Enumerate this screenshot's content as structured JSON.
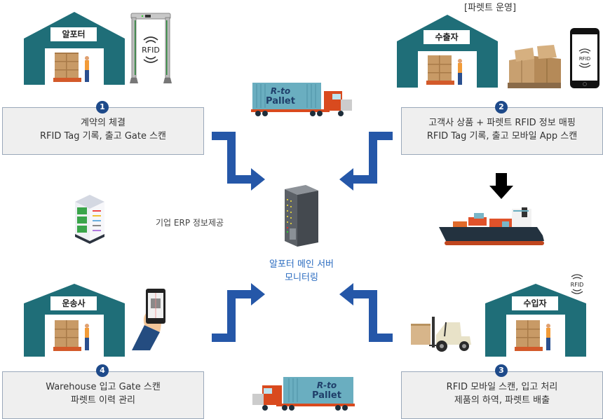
{
  "header": {
    "title": "[파렛트 운영]"
  },
  "colors": {
    "warehouse_teal": "#1f6e78",
    "arrow_blue": "#2557a8",
    "badge_navy": "#1e4a8a",
    "box_fill": "#efefef",
    "box_border": "#9aa8ba",
    "server_caption": "#2b6cc0"
  },
  "warehouses": [
    {
      "label": "알포터"
    },
    {
      "label": "수출자"
    },
    {
      "label": "수입자"
    },
    {
      "label": "운송사"
    }
  ],
  "steps": [
    {
      "number": "1",
      "line1": "계약의 체결",
      "line2": "RFID Tag 기록, 출고 Gate 스캔"
    },
    {
      "number": "2",
      "line1": "고객사 상품 + 파렛트 RFID 정보 매핑",
      "line2": "RFID Tag 기록, 출고 모바일 App 스캔"
    },
    {
      "number": "3",
      "line1": "RFID 모바일 스캔, 입고 처리",
      "line2": "제품의 하역, 파렛트 배출"
    },
    {
      "number": "4",
      "line1": "Warehouse 입고 Gate 스캔",
      "line2": "파렛트 이력 관리"
    }
  ],
  "center": {
    "caption_line1": "알포터 메인 서버",
    "caption_line2": "모니터링"
  },
  "erp": {
    "caption": "기업 ERP 정보제공"
  },
  "trucks": {
    "container_text_line1": "R-to",
    "container_text_line2": "Pallet"
  },
  "rfid_badge": "RFID",
  "icons": [
    "rfid-gate-icon",
    "smartphone-rfid-icon",
    "carton-pallet-icon",
    "truck-icon",
    "cargo-ship-icon",
    "forklift-icon",
    "server-rack-icon",
    "erp-server-icon",
    "hand-phone-scan-icon",
    "down-arrow-icon",
    "flow-arrow-icon"
  ]
}
